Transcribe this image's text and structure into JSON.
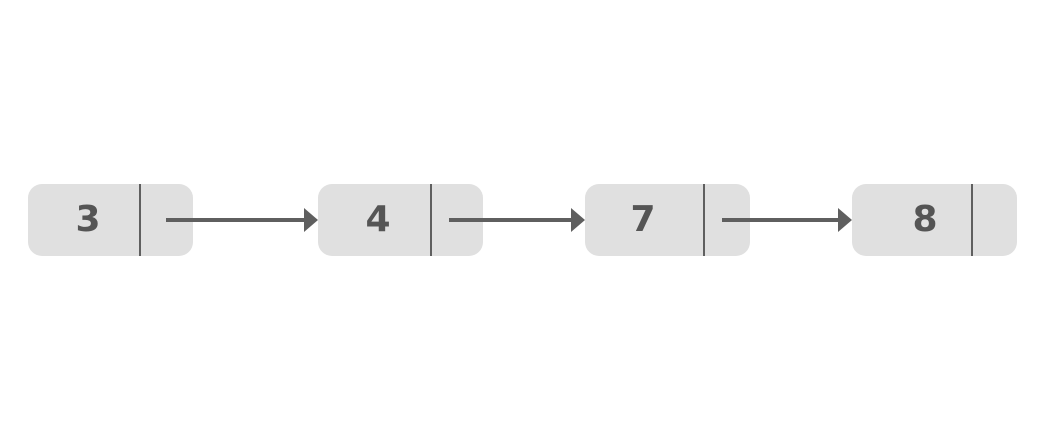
{
  "linked_list": {
    "nodes": [
      {
        "value": "3"
      },
      {
        "value": "4"
      },
      {
        "value": "7"
      },
      {
        "value": "8"
      }
    ]
  },
  "colors": {
    "node_fill": "#e0e0e0",
    "stroke": "#5f5f5f",
    "text": "#555555",
    "background": "#ffffff"
  }
}
